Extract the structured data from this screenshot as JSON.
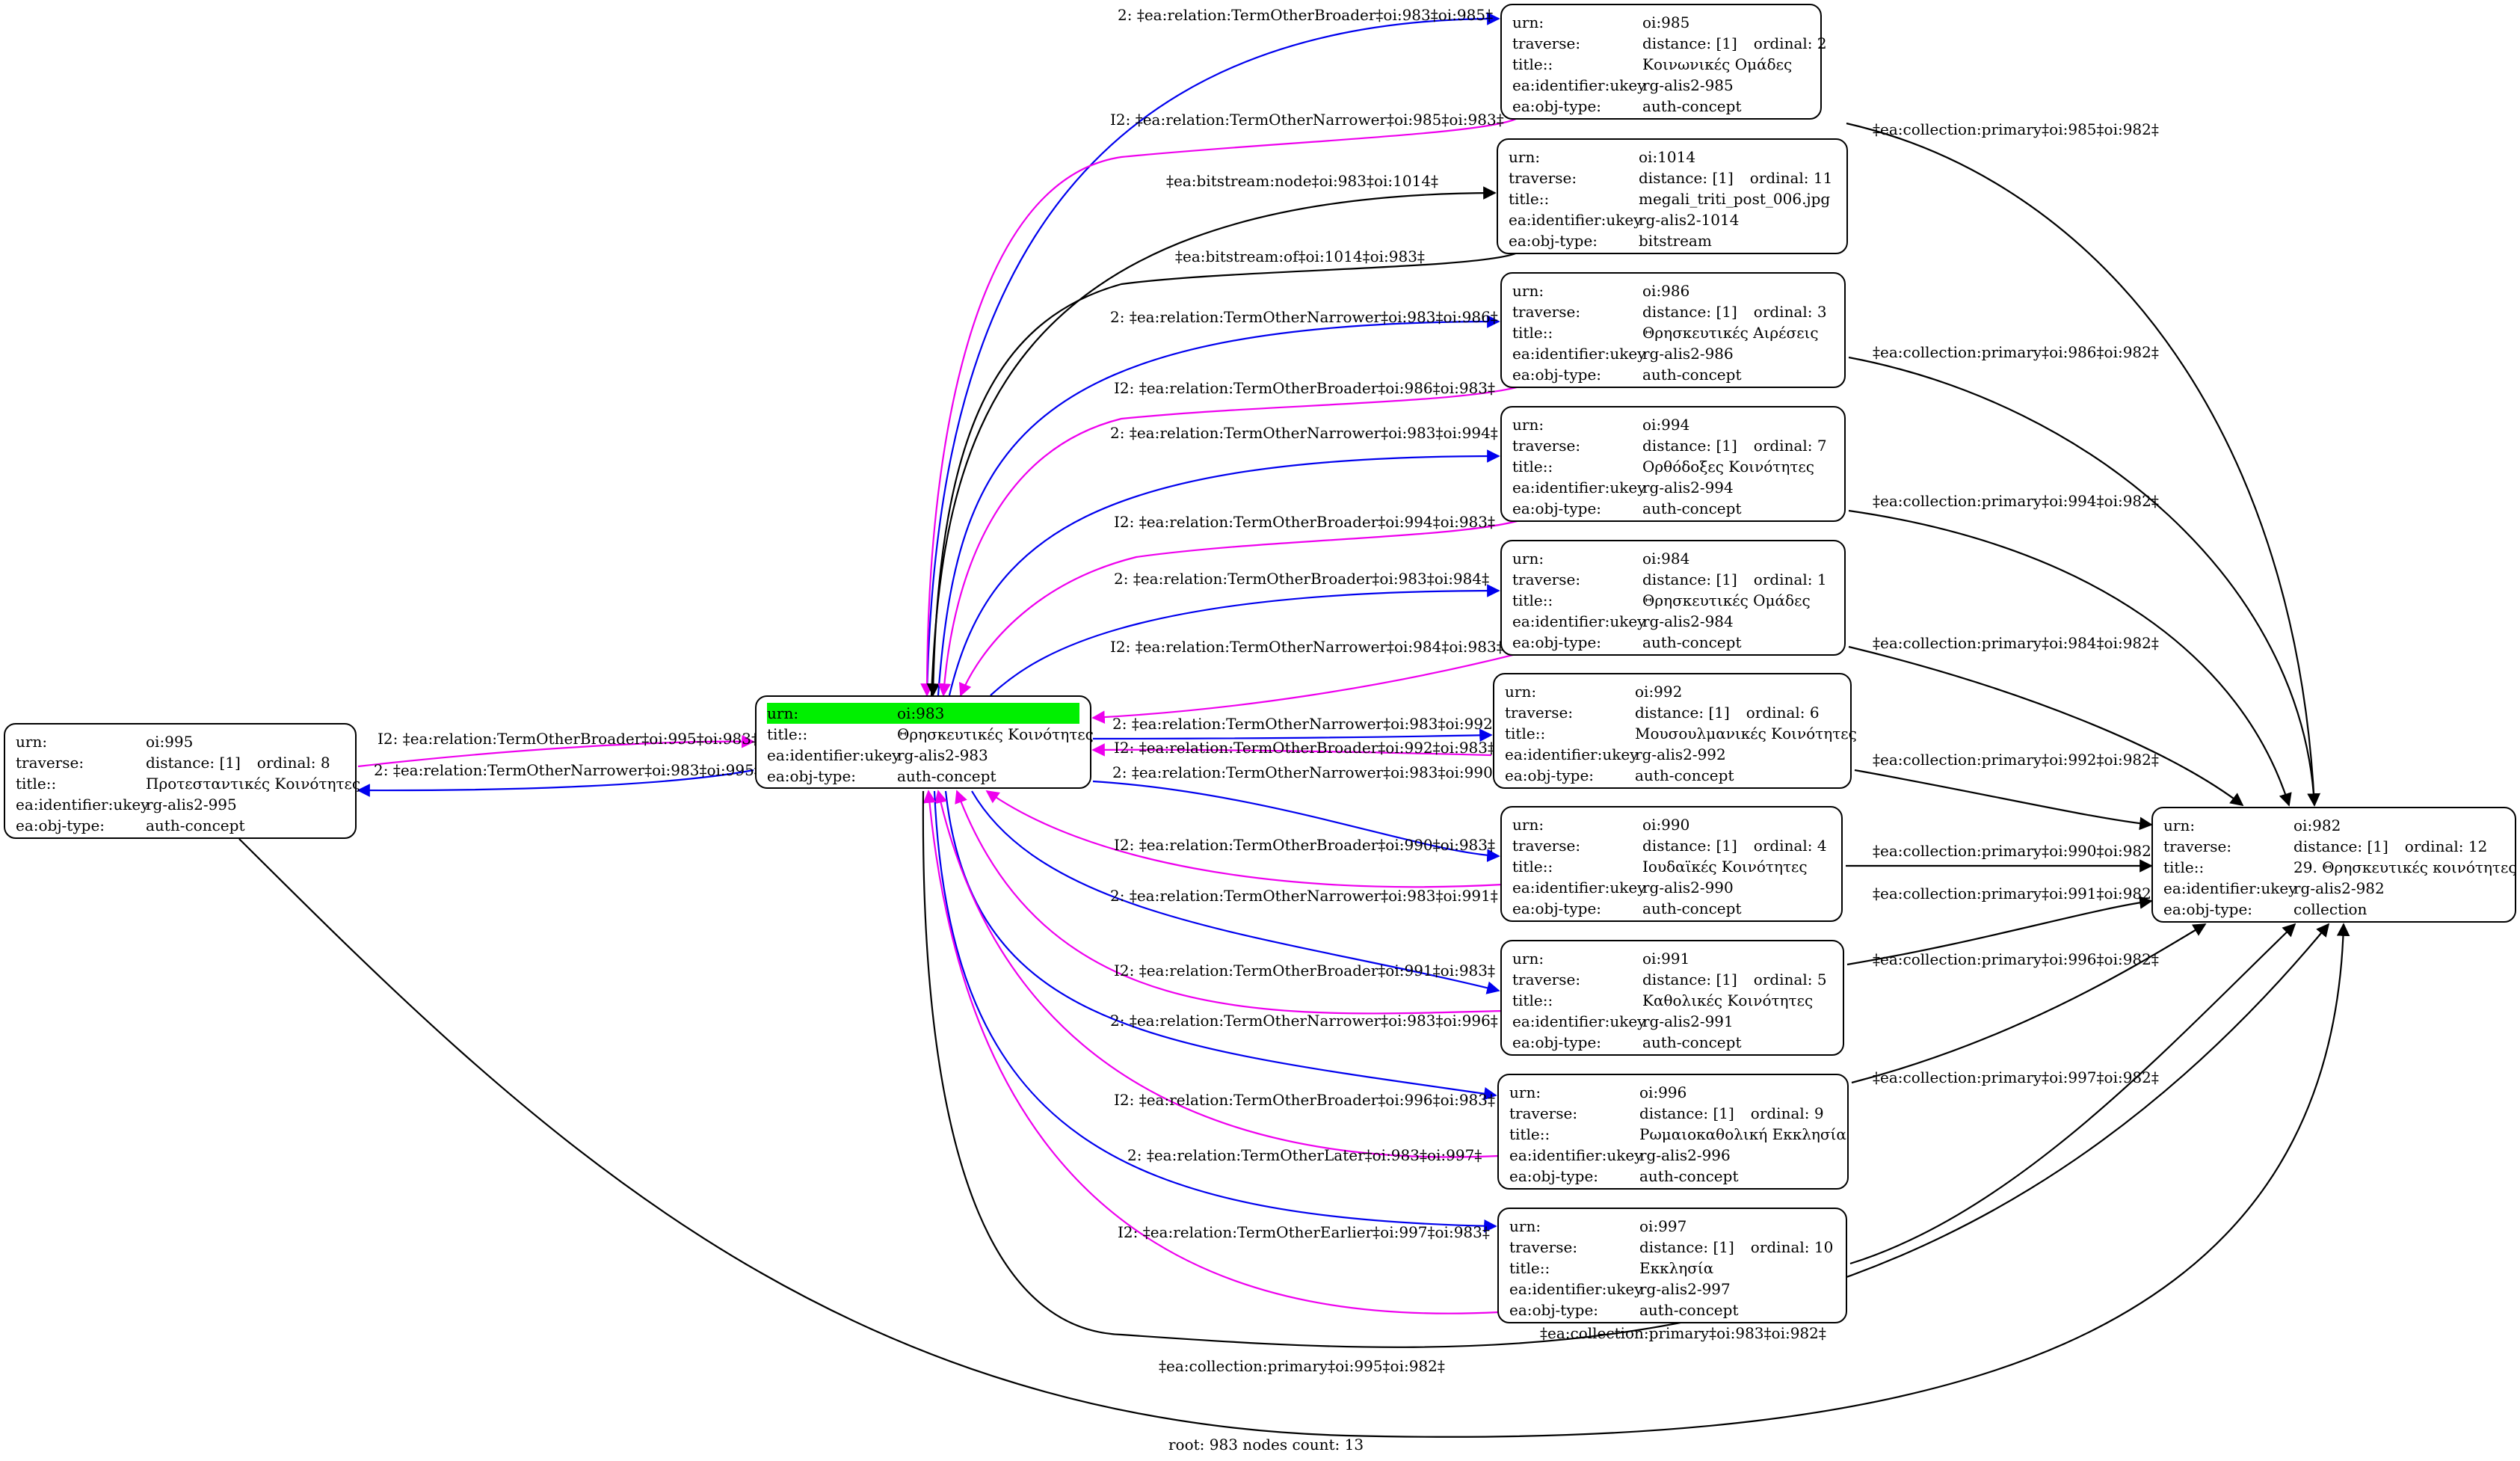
{
  "nodes": [
    {
      "id": "983",
      "root": true,
      "rows": [
        [
          "urn:",
          "oi:983"
        ],
        [
          "title::",
          "Θρησκευτικές Κοινότητες"
        ],
        [
          "ea:identifier:ukey",
          "rg-alis2-983"
        ],
        [
          "ea:obj-type:",
          "auth-concept"
        ]
      ]
    },
    {
      "id": "995",
      "rows": [
        [
          "urn:",
          "oi:995"
        ],
        [
          "traverse:",
          "distance: [1]",
          "ordinal: 8"
        ],
        [
          "title::",
          "Προτεσταντικές Κοινότητες"
        ],
        [
          "ea:identifier:ukey",
          "rg-alis2-995"
        ],
        [
          "ea:obj-type:",
          "auth-concept"
        ]
      ]
    },
    {
      "id": "985",
      "rows": [
        [
          "urn:",
          "oi:985"
        ],
        [
          "traverse:",
          "distance: [1]",
          "ordinal: 2"
        ],
        [
          "title::",
          "Κοινωνικές Ομάδες"
        ],
        [
          "ea:identifier:ukey",
          "rg-alis2-985"
        ],
        [
          "ea:obj-type:",
          "auth-concept"
        ]
      ]
    },
    {
      "id": "1014",
      "rows": [
        [
          "urn:",
          "oi:1014"
        ],
        [
          "traverse:",
          "distance: [1]",
          "ordinal: 11"
        ],
        [
          "title::",
          "megali_triti_post_006.jpg"
        ],
        [
          "ea:identifier:ukey",
          "rg-alis2-1014"
        ],
        [
          "ea:obj-type:",
          "bitstream"
        ]
      ]
    },
    {
      "id": "986",
      "rows": [
        [
          "urn:",
          "oi:986"
        ],
        [
          "traverse:",
          "distance: [1]",
          "ordinal: 3"
        ],
        [
          "title::",
          "Θρησκευτικές Αιρέσεις"
        ],
        [
          "ea:identifier:ukey",
          "rg-alis2-986"
        ],
        [
          "ea:obj-type:",
          "auth-concept"
        ]
      ]
    },
    {
      "id": "994",
      "rows": [
        [
          "urn:",
          "oi:994"
        ],
        [
          "traverse:",
          "distance: [1]",
          "ordinal: 7"
        ],
        [
          "title::",
          "Ορθόδοξες Κοινότητες"
        ],
        [
          "ea:identifier:ukey",
          "rg-alis2-994"
        ],
        [
          "ea:obj-type:",
          "auth-concept"
        ]
      ]
    },
    {
      "id": "984",
      "rows": [
        [
          "urn:",
          "oi:984"
        ],
        [
          "traverse:",
          "distance: [1]",
          "ordinal: 1"
        ],
        [
          "title::",
          "Θρησκευτικές Ομάδες"
        ],
        [
          "ea:identifier:ukey",
          "rg-alis2-984"
        ],
        [
          "ea:obj-type:",
          "auth-concept"
        ]
      ]
    },
    {
      "id": "992",
      "rows": [
        [
          "urn:",
          "oi:992"
        ],
        [
          "traverse:",
          "distance: [1]",
          "ordinal: 6"
        ],
        [
          "title::",
          "Μουσουλμανικές Κοινότητες"
        ],
        [
          "ea:identifier:ukey",
          "rg-alis2-992"
        ],
        [
          "ea:obj-type:",
          "auth-concept"
        ]
      ]
    },
    {
      "id": "990",
      "rows": [
        [
          "urn:",
          "oi:990"
        ],
        [
          "traverse:",
          "distance: [1]",
          "ordinal: 4"
        ],
        [
          "title::",
          "Ιουδαϊκές Κοινότητες"
        ],
        [
          "ea:identifier:ukey",
          "rg-alis2-990"
        ],
        [
          "ea:obj-type:",
          "auth-concept"
        ]
      ]
    },
    {
      "id": "991",
      "rows": [
        [
          "urn:",
          "oi:991"
        ],
        [
          "traverse:",
          "distance: [1]",
          "ordinal: 5"
        ],
        [
          "title::",
          "Καθολικές Κοινότητες"
        ],
        [
          "ea:identifier:ukey",
          "rg-alis2-991"
        ],
        [
          "ea:obj-type:",
          "auth-concept"
        ]
      ]
    },
    {
      "id": "996",
      "rows": [
        [
          "urn:",
          "oi:996"
        ],
        [
          "traverse:",
          "distance: [1]",
          "ordinal: 9"
        ],
        [
          "title::",
          "Ρωμαιοκαθολική Εκκλησία"
        ],
        [
          "ea:identifier:ukey",
          "rg-alis2-996"
        ],
        [
          "ea:obj-type:",
          "auth-concept"
        ]
      ]
    },
    {
      "id": "997",
      "rows": [
        [
          "urn:",
          "oi:997"
        ],
        [
          "traverse:",
          "distance: [1]",
          "ordinal: 10"
        ],
        [
          "title::",
          "Εκκλησία"
        ],
        [
          "ea:identifier:ukey",
          "rg-alis2-997"
        ],
        [
          "ea:obj-type:",
          "auth-concept"
        ]
      ]
    },
    {
      "id": "982",
      "rows": [
        [
          "urn:",
          "oi:982"
        ],
        [
          "traverse:",
          "distance: [1]",
          "ordinal: 12"
        ],
        [
          "title::",
          "29. Θρησκευτικές κοινότητες"
        ],
        [
          "ea:identifier:ukey",
          "rg-alis2-982"
        ],
        [
          "ea:obj-type:",
          "collection"
        ]
      ]
    }
  ],
  "edges": [
    {
      "id": "e985f",
      "label": "2: ‡ea:relation:TermOtherBroader‡oi:983‡oi:985‡",
      "color": "#0000ee"
    },
    {
      "id": "e985b",
      "label": "I2: ‡ea:relation:TermOtherNarrower‡oi:985‡oi:983‡",
      "color": "#ee00ee"
    },
    {
      "id": "e1014f",
      "label": "‡ea:bitstream:node‡oi:983‡oi:1014‡",
      "color": "#000000"
    },
    {
      "id": "e1014b",
      "label": "‡ea:bitstream:of‡oi:1014‡oi:983‡",
      "color": "#000000"
    },
    {
      "id": "e986f",
      "label": "2: ‡ea:relation:TermOtherNarrower‡oi:983‡oi:986‡",
      "color": "#0000ee"
    },
    {
      "id": "e986b",
      "label": "I2: ‡ea:relation:TermOtherBroader‡oi:986‡oi:983‡",
      "color": "#ee00ee"
    },
    {
      "id": "e994f",
      "label": "2: ‡ea:relation:TermOtherNarrower‡oi:983‡oi:994‡",
      "color": "#0000ee"
    },
    {
      "id": "e994b",
      "label": "I2: ‡ea:relation:TermOtherBroader‡oi:994‡oi:983‡",
      "color": "#ee00ee"
    },
    {
      "id": "e984f",
      "label": "2: ‡ea:relation:TermOtherBroader‡oi:983‡oi:984‡",
      "color": "#0000ee"
    },
    {
      "id": "e984b",
      "label": "I2: ‡ea:relation:TermOtherNarrower‡oi:984‡oi:983‡",
      "color": "#ee00ee"
    },
    {
      "id": "e992f",
      "label": "2: ‡ea:relation:TermOtherNarrower‡oi:983‡oi:992‡",
      "color": "#0000ee"
    },
    {
      "id": "e992b",
      "label": "I2: ‡ea:relation:TermOtherBroader‡oi:992‡oi:983‡",
      "color": "#ee00ee"
    },
    {
      "id": "e990f",
      "label": "2: ‡ea:relation:TermOtherNarrower‡oi:983‡oi:990‡",
      "color": "#0000ee"
    },
    {
      "id": "e990b",
      "label": "I2: ‡ea:relation:TermOtherBroader‡oi:990‡oi:983‡",
      "color": "#ee00ee"
    },
    {
      "id": "e991f",
      "label": "2: ‡ea:relation:TermOtherNarrower‡oi:983‡oi:991‡",
      "color": "#0000ee"
    },
    {
      "id": "e991b",
      "label": "I2: ‡ea:relation:TermOtherBroader‡oi:991‡oi:983‡",
      "color": "#ee00ee"
    },
    {
      "id": "e996f",
      "label": "2: ‡ea:relation:TermOtherNarrower‡oi:983‡oi:996‡",
      "color": "#0000ee"
    },
    {
      "id": "e996b",
      "label": "I2: ‡ea:relation:TermOtherBroader‡oi:996‡oi:983‡",
      "color": "#ee00ee"
    },
    {
      "id": "e997f",
      "label": "2: ‡ea:relation:TermOtherLater‡oi:983‡oi:997‡",
      "color": "#0000ee"
    },
    {
      "id": "e997b",
      "label": "I2: ‡ea:relation:TermOtherEarlier‡oi:997‡oi:983‡",
      "color": "#ee00ee"
    },
    {
      "id": "e995b",
      "label": "I2: ‡ea:relation:TermOtherBroader‡oi:995‡oi:983‡",
      "color": "#ee00ee"
    },
    {
      "id": "e995f",
      "label": "2: ‡ea:relation:TermOtherNarrower‡oi:983‡oi:995‡",
      "color": "#0000ee"
    },
    {
      "id": "c985",
      "label": "‡ea:collection:primary‡oi:985‡oi:982‡",
      "color": "#000000"
    },
    {
      "id": "c986",
      "label": "‡ea:collection:primary‡oi:986‡oi:982‡",
      "color": "#000000"
    },
    {
      "id": "c994",
      "label": "‡ea:collection:primary‡oi:994‡oi:982‡",
      "color": "#000000"
    },
    {
      "id": "c984",
      "label": "‡ea:collection:primary‡oi:984‡oi:982‡",
      "color": "#000000"
    },
    {
      "id": "c992",
      "label": "‡ea:collection:primary‡oi:992‡oi:982‡",
      "color": "#000000"
    },
    {
      "id": "c990",
      "label": "‡ea:collection:primary‡oi:990‡oi:982‡",
      "color": "#000000"
    },
    {
      "id": "c991",
      "label": "‡ea:collection:primary‡oi:991‡oi:982‡",
      "color": "#000000"
    },
    {
      "id": "c996",
      "label": "‡ea:collection:primary‡oi:996‡oi:982‡",
      "color": "#000000"
    },
    {
      "id": "c997",
      "label": "‡ea:collection:primary‡oi:997‡oi:982‡",
      "color": "#000000"
    },
    {
      "id": "c983",
      "label": "‡ea:collection:primary‡oi:983‡oi:982‡",
      "color": "#000000"
    },
    {
      "id": "c995",
      "label": "‡ea:collection:primary‡oi:995‡oi:982‡",
      "color": "#000000"
    }
  ],
  "footer": "root: 983 nodes count: 13"
}
